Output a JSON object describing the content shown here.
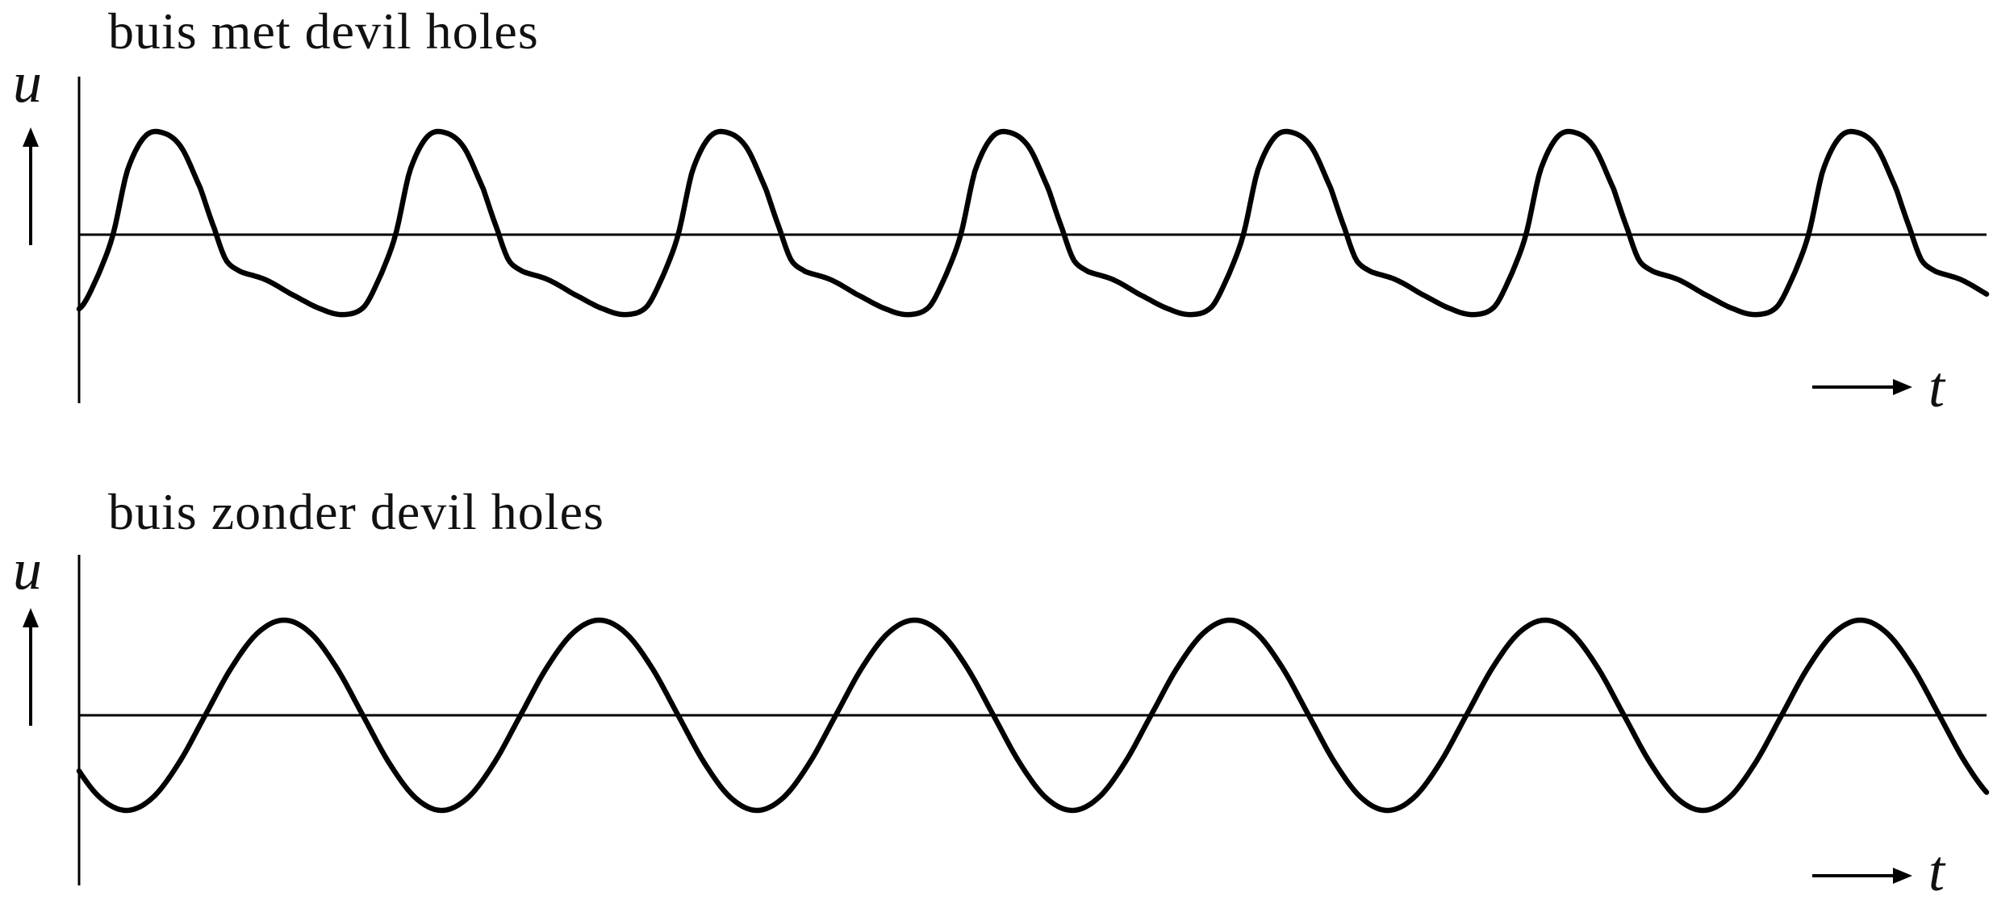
{
  "colors": {
    "background": "#ffffff",
    "stroke": "#000000",
    "text": "#111111"
  },
  "chart_data": [
    {
      "type": "line",
      "title": "buis met devil holes",
      "xlabel": "t",
      "ylabel": "u",
      "legend": "none",
      "grid": "off",
      "axes": "unlabeled qualitative axes: u (vertical, arrow up), t (horizontal, arrow right), no ticks or numeric scale",
      "waveform": "distorted periodic oscillation: steep rise, rounded peak, falling edge with a shoulder notch just below the axis, rounded trough",
      "cycles_visible": 6.75,
      "phase_start": 0.88,
      "amplitude_relative": {
        "peak": 1.0,
        "trough": -0.78
      },
      "cycle_points": [
        [
          0.0,
          0.0
        ],
        [
          0.05,
          0.62
        ],
        [
          0.11,
          0.95
        ],
        [
          0.17,
          1.0
        ],
        [
          0.24,
          0.86
        ],
        [
          0.31,
          0.45
        ],
        [
          0.36,
          0.05
        ],
        [
          0.4,
          -0.25
        ],
        [
          0.45,
          -0.36
        ],
        [
          0.54,
          -0.44
        ],
        [
          0.63,
          -0.58
        ],
        [
          0.74,
          -0.73
        ],
        [
          0.82,
          -0.78
        ],
        [
          0.89,
          -0.7
        ],
        [
          0.95,
          -0.38
        ]
      ]
    },
    {
      "type": "line",
      "title": "buis zonder devil holes",
      "xlabel": "t",
      "ylabel": "u",
      "legend": "none",
      "grid": "off",
      "axes": "unlabeled qualitative axes: u (vertical, arrow up), t (horizontal, arrow right), no ticks or numeric scale",
      "waveform": "smooth sinusoidal oscillation, symmetric about the axis",
      "cycles_visible": 6.05,
      "phase_start": 0.6,
      "amplitude_relative": {
        "peak": 1.0,
        "trough": -1.0
      },
      "cycle_points": [
        [
          0.0,
          0.0
        ],
        [
          0.0833,
          0.5
        ],
        [
          0.1667,
          0.866
        ],
        [
          0.25,
          1.0
        ],
        [
          0.3333,
          0.866
        ],
        [
          0.4167,
          0.5
        ],
        [
          0.5,
          0.0
        ],
        [
          0.5833,
          -0.5
        ],
        [
          0.6667,
          -0.866
        ],
        [
          0.75,
          -1.0
        ],
        [
          0.8333,
          -0.866
        ],
        [
          0.9167,
          -0.5
        ]
      ]
    }
  ]
}
